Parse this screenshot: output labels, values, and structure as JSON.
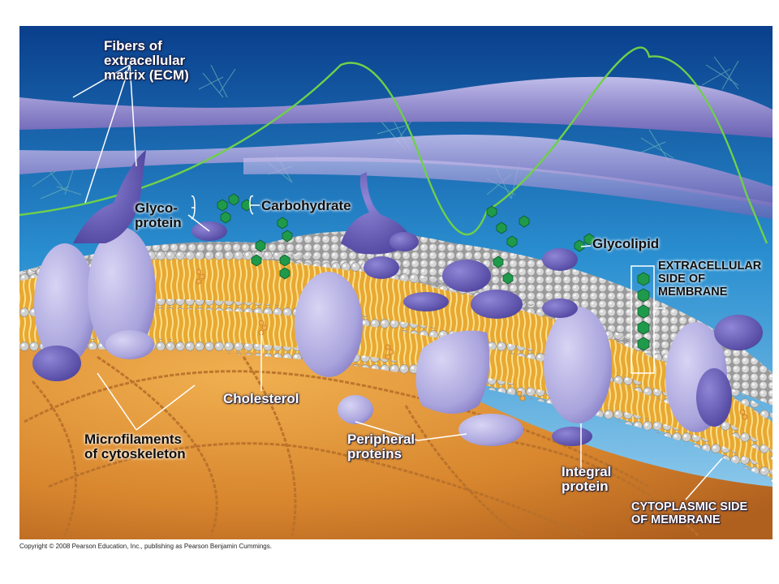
{
  "labels": {
    "ecm_fibers": "Fibers of\nextracellular\nmatrix (ECM)",
    "glycoprotein": "Glyco-\nprotein",
    "carbohydrate": "Carbohydrate",
    "glycolipid": "Glycolipid",
    "extracellular_side": "EXTRACELLULAR\nSIDE OF\nMEMBRANE",
    "cholesterol": "Cholesterol",
    "microfilaments": "Microfilaments\nof cytoskeleton",
    "peripheral_proteins": "Peripheral\nproteins",
    "integral_protein": "Integral\nprotein",
    "cytoplasmic_side": "CYTOPLASMIC SIDE\nOF MEMBRANE"
  },
  "copyright": "Copyright © 2008 Pearson Education, Inc., publishing as Pearson Benjamin Cummings.",
  "colors": {
    "ecm_background": "#2a8fd0",
    "cytoplasm": "#e08a2c",
    "protein": "#a9a4dc",
    "protein_shadow": "#6a5fb8",
    "phospholipid_head": "#c8c8c8",
    "lipid_tail": "#f2c64a",
    "carbohydrate_chain": "#1f9a4a",
    "ecm_fiber": "#9a8fd0",
    "green_fiber": "#6fd04a"
  }
}
